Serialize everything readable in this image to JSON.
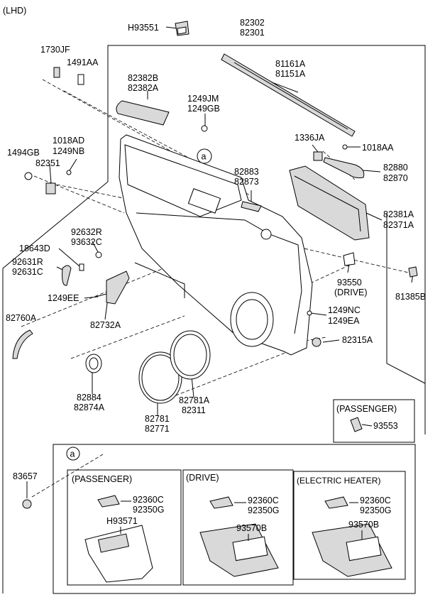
{
  "header": {
    "orientation": "(LHD)"
  },
  "parts": {
    "h93551": "H93551",
    "p82302": "82302",
    "p82301": "82301",
    "p1730jf": "1730JF",
    "p1491aa": "1491AA",
    "p82382b": "82382B",
    "p82382a": "82382A",
    "p81161a": "81161A",
    "p81151a": "81151A",
    "p1249jm": "1249JM",
    "p1249gb": "1249GB",
    "p1018ad": "1018AD",
    "p1249nb": "1249NB",
    "p1494gb": "1494GB",
    "p82351": "82351",
    "p1336ja": "1336JA",
    "p1018aa": "1018AA",
    "p82880": "82880",
    "p82870": "82870",
    "p82883": "82883",
    "p82873": "82873",
    "p82381a": "82381A",
    "p82371a": "82371A",
    "p92632r": "92632R",
    "p93632c": "93632C",
    "p18643d": "18643D",
    "p92631r": "92631R",
    "p92631c": "92631C",
    "p93550": "93550",
    "drive_tag": "(DRIVE)",
    "p81385b": "81385B",
    "p1249ee": "1249EE",
    "p1249nc": "1249NC",
    "p1249ea": "1249EA",
    "p82760a": "82760A",
    "p82732a": "82732A",
    "p82315a": "82315A",
    "p82884": "82884",
    "p82874a": "82874A",
    "p82781a": "82781A",
    "p82311": "82311",
    "p82781": "82781",
    "p82771": "82771",
    "p93553": "93553",
    "p83657": "83657"
  },
  "callout": {
    "letter": "a"
  },
  "passenger_box": {
    "title": "(PASSENGER)"
  },
  "detail": {
    "marker": "a",
    "sections": [
      {
        "title": "(PASSENGER)",
        "part_a": "92360C",
        "part_b": "92350G",
        "part_c": "H93571"
      },
      {
        "title": "(DRIVE)",
        "part_a": "92360C",
        "part_b": "92350G",
        "part_c": "93570B"
      },
      {
        "title": "(ELECTRIC HEATER)",
        "part_a": "92360C",
        "part_b": "92350G",
        "part_c": "93570B"
      }
    ]
  }
}
